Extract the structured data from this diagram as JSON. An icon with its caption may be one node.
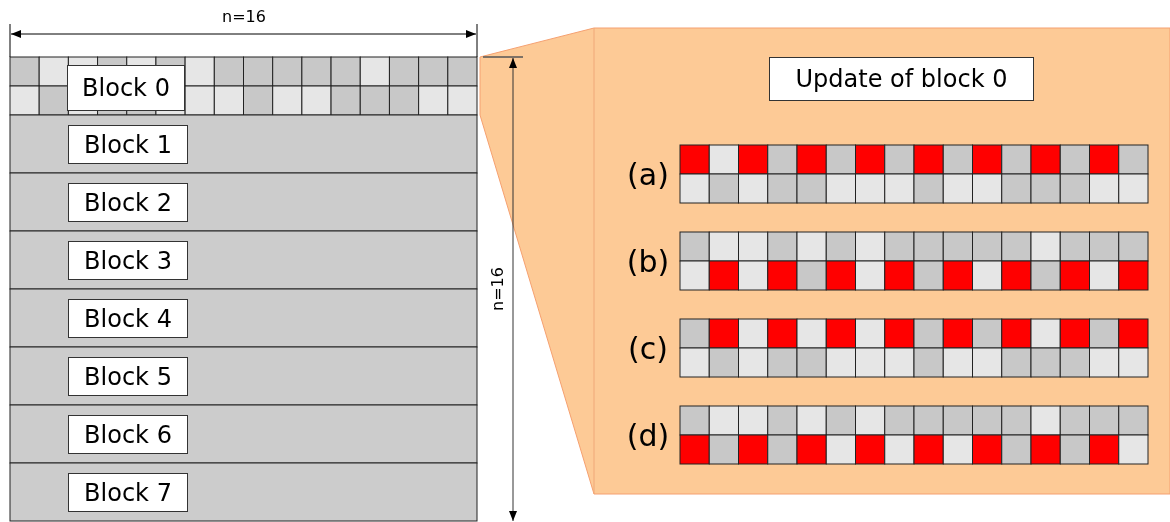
{
  "diagram": {
    "nodes": [
      {
        "text": [
          "Block 0"
        ]
      },
      {
        "text": [
          "Block 1"
        ]
      },
      {
        "text": [
          "Block 2"
        ]
      },
      {
        "text": [
          "Block 3"
        ]
      },
      {
        "text": [
          "Block 4"
        ]
      },
      {
        "text": [
          "Block 5"
        ]
      },
      {
        "text": [
          "Block 6"
        ]
      },
      {
        "text": [
          "Block 7"
        ]
      },
      {
        "text": [
          "Update of block 0"
        ]
      }
    ],
    "edges": [],
    "labels": [
      "n=16",
      "n=16",
      "(a)",
      "(b)",
      "(c)",
      "(d)"
    ]
  }
}
